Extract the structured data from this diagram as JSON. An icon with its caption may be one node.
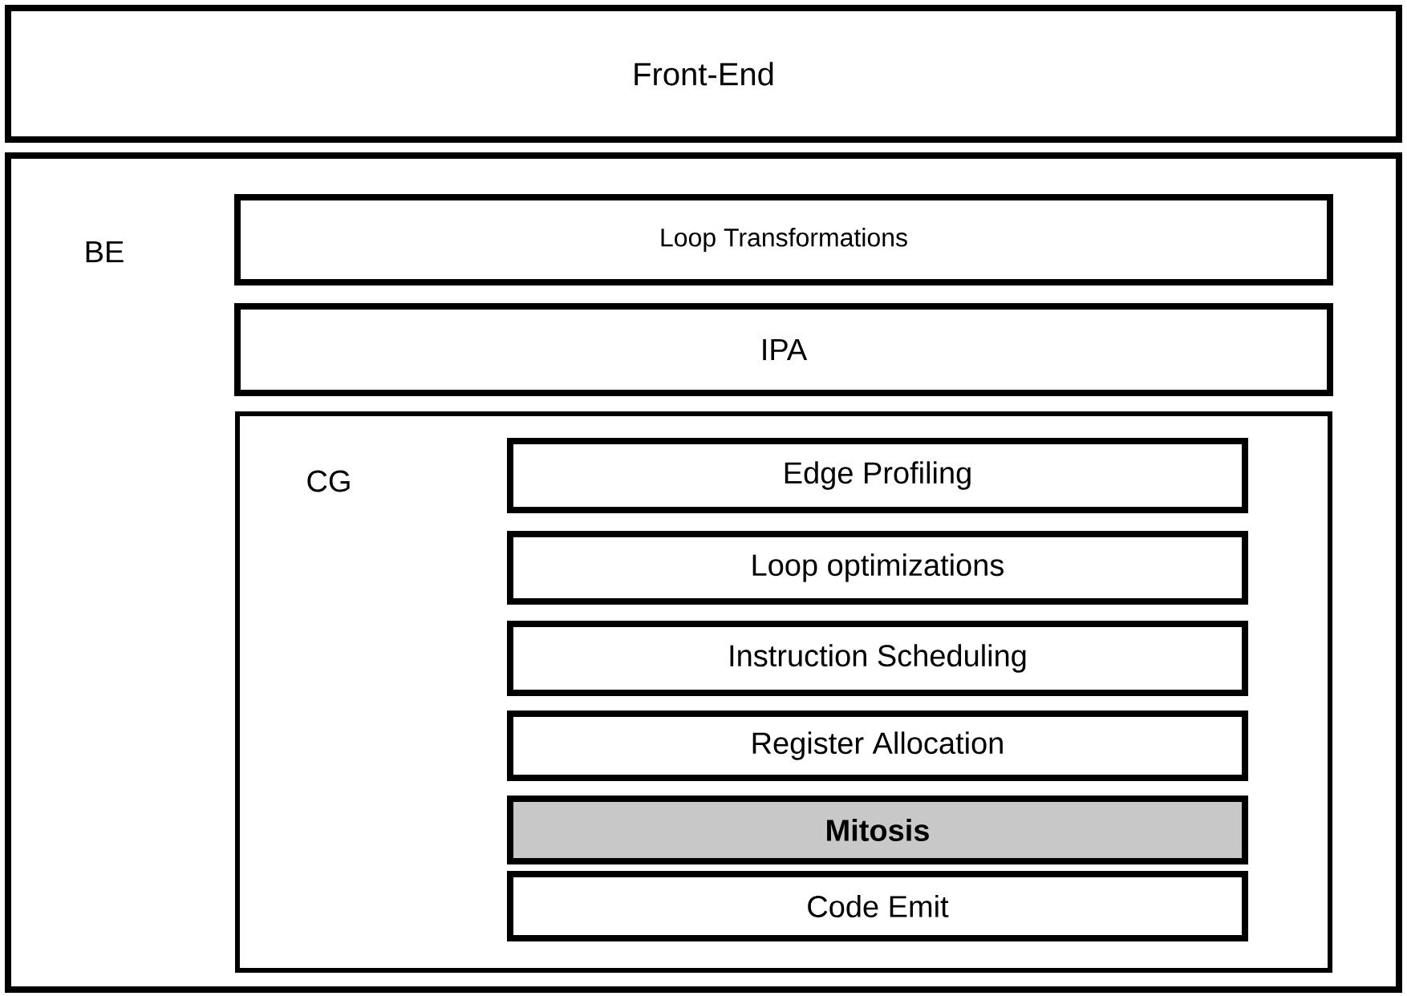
{
  "diagram": {
    "nodes": [
      {
        "text": [
          "Front-End"
        ]
      },
      {
        "text": [
          "BE"
        ]
      },
      {
        "text": [
          "Loop Transformations"
        ],
        "in": 1
      },
      {
        "text": [
          "IPA"
        ],
        "in": 1
      },
      {
        "text": [
          "CG"
        ],
        "in": 1
      },
      {
        "text": [
          "Edge Profiling"
        ],
        "in": 4
      },
      {
        "text": [
          "Loop optimizations"
        ],
        "in": 4
      },
      {
        "text": [
          "Instruction Scheduling"
        ],
        "in": 4
      },
      {
        "text": [
          "Register Allocation"
        ],
        "in": 4
      },
      {
        "text": [
          "Mitosis"
        ],
        "in": 4
      },
      {
        "text": [
          "Code Emit"
        ],
        "in": 4
      }
    ]
  }
}
